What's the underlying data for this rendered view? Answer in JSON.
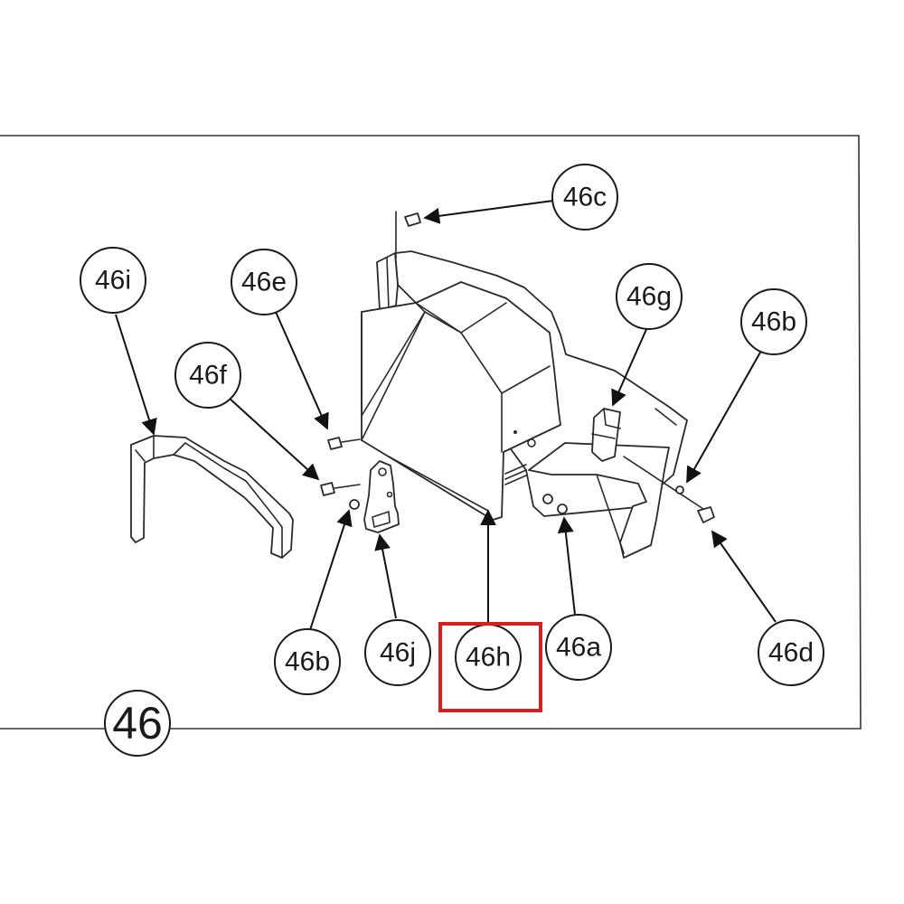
{
  "diagram": {
    "assembly_label": "46",
    "highlight_color": "#d42020",
    "line_color": "#2a2a2a",
    "callouts": {
      "c46c": "46c",
      "c46i": "46i",
      "c46e": "46e",
      "c46f": "46f",
      "c46g": "46g",
      "c46b_right": "46b",
      "c46b_left": "46b",
      "c46j": "46j",
      "c46h": "46h",
      "c46a": "46a",
      "c46d": "46d"
    },
    "highlighted_callout": "46h"
  }
}
